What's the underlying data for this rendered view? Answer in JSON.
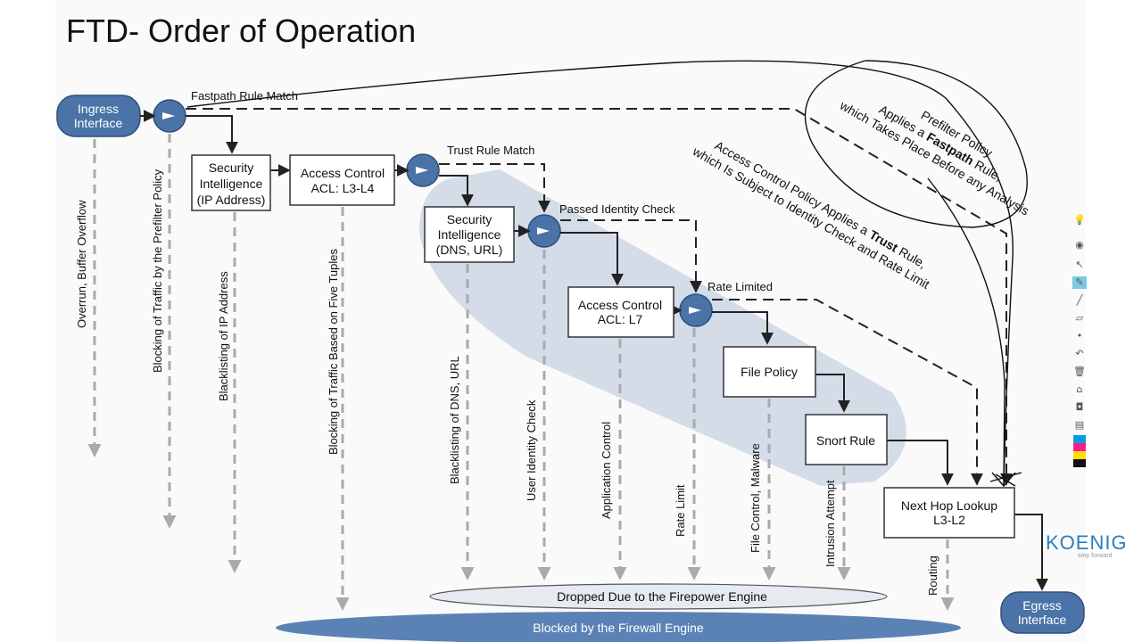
{
  "title": "FTD- Order of Operation",
  "nodes": {
    "ingress": [
      "Ingress",
      "Interface"
    ],
    "si_ip": [
      "Security",
      "Intelligence",
      "(IP Address)"
    ],
    "acl_l3": [
      "Access Control",
      "ACL: L3-L4"
    ],
    "si_dns": [
      "Security",
      "Intelligence",
      "(DNS, URL)"
    ],
    "acl_l7": [
      "Access Control",
      "ACL: L7"
    ],
    "file_policy": "File Policy",
    "snort_rule": "Snort Rule",
    "next_hop": [
      "Next Hop Lookup",
      "L3-L2"
    ],
    "egress": [
      "Egress",
      "Interface"
    ]
  },
  "edge_labels": {
    "fastpath": "Fastpath Rule Match",
    "trust": "Trust Rule Match",
    "identity": "Passed Identity Check",
    "rate": "Rate Limited"
  },
  "drop_labels": [
    "Overrun, Buffer Overflow",
    "Blocking of Traffic by the Prefilter Policy",
    "Blacklisting of IP Address",
    "Blocking of Traffic Based on Five Tuples",
    "Blacklisting of DNS, URL",
    "User Identity Check",
    "Application Control",
    "Rate Limit",
    "File Control, Malware",
    "Intrusion Attempt",
    "Routing"
  ],
  "sinks": {
    "firepower": "Dropped Due to the Firepower Engine",
    "firewall": "Blocked by the Firewall Engine"
  },
  "annotations": {
    "prefilter": [
      "Prefilter Policy",
      "Applies a ",
      "Fastpath",
      " Rule,",
      "which Takes Place Before any Analysis"
    ],
    "acp": [
      "Access Control Policy Applies a ",
      "Trust",
      " Rule,",
      "which Is Subject to Identity Check and Rate Limit"
    ]
  },
  "logo": {
    "name": "KOENIG",
    "tagline": "step forward"
  },
  "toolbar_icons": [
    "bulb-icon",
    "eye-icon",
    "pointer-icon",
    "pen-icon",
    "highlighter-icon",
    "eraser-icon",
    "dot-icon",
    "undo-icon",
    "trash-icon",
    "camera-icon",
    "snapshot-icon",
    "clipboard-icon",
    "color-palette-icon"
  ],
  "colors": {
    "ingress_fill": "#4a73a8",
    "shade": "#d4dce8",
    "drop_arrow": "#aaaaaa",
    "firewall_fill": "#5a82b4"
  }
}
